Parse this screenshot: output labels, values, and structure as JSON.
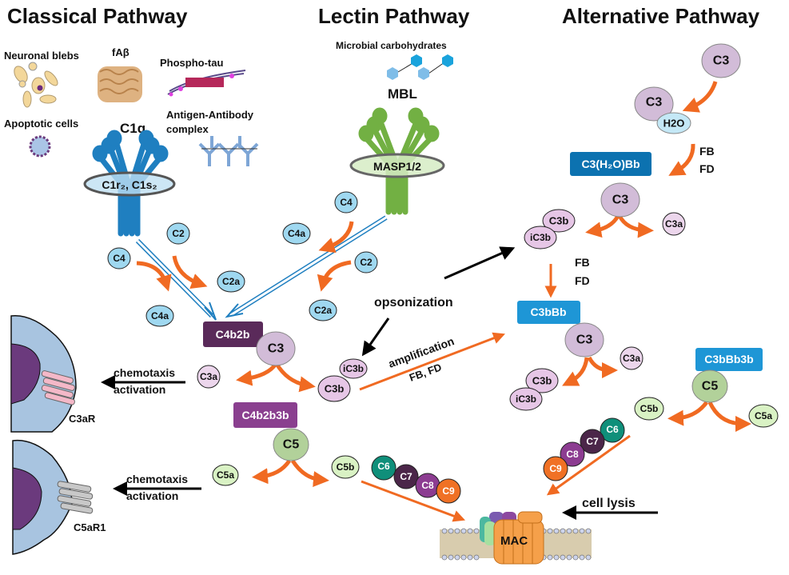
{
  "titles": {
    "classical": "Classical Pathway",
    "lectin": "Lectin Pathway",
    "alternative": "Alternative Pathway"
  },
  "classical": {
    "triggers": {
      "neuronal_blebs": "Neuronal blebs",
      "fabeta": "fAβ",
      "phospho_tau": "Phospho-tau",
      "apoptotic_cells": "Apoptotic cells",
      "antigen_antibody_1": "Antigen-Antibody",
      "antigen_antibody_2": "complex"
    },
    "c1q_label": "C1q",
    "c1rs_label": "C1r₂, C1s₂",
    "c2": "C2",
    "c4": "C4",
    "c2a": "C2a",
    "c4a": "C4a",
    "c4b2b": "C4b2b",
    "c3": "C3",
    "c3a": "C3a",
    "c3b": "C3b",
    "ic3b": "iC3b",
    "c4b2b3b": "C4b2b3b",
    "c5": "C5",
    "c5a": "C5a",
    "c5b": "C5b"
  },
  "lectin": {
    "microbial": "Microbial carbohydrates",
    "mbl_label": "MBL",
    "masp_label": "MASP1/2",
    "c4": "C4",
    "c4a": "C4a",
    "c2": "C2",
    "c2a": "C2a"
  },
  "alternative": {
    "c3_top": "C3",
    "c3_h2o_c3": "C3",
    "h2o": "H2O",
    "fb1": "FB",
    "fd1": "FD",
    "c3h2obb": "C3(H₂O)Bb",
    "c3_mid": "C3",
    "c3b_1": "C3b",
    "ic3b_1": "iC3b",
    "c3a_1": "C3a",
    "fb2": "FB",
    "fd2": "FD",
    "c3bbb": "C3bBb",
    "c3_low": "C3",
    "c3a_2": "C3a",
    "c3b_2": "C3b",
    "ic3b_2": "iC3b",
    "c3bbb3b": "C3bBb3b",
    "c5": "C5",
    "c5a": "C5a",
    "c5b": "C5b"
  },
  "annotations": {
    "opsonization": "opsonization",
    "amplification": "amplification",
    "fb_fd": "FB, FD",
    "chemotaxis": "chemotaxis",
    "activation": "activation",
    "cell_lysis": "cell lysis",
    "c3ar": "C3aR",
    "c5ar1": "C5aR1",
    "mac": "MAC"
  },
  "terminal": {
    "left": [
      "C6",
      "C7",
      "C8",
      "C9"
    ],
    "right": [
      "C6",
      "C7",
      "C8",
      "C9"
    ]
  },
  "colors": {
    "c1q_blue": "#1f7fc0",
    "mbl_green": "#72b043",
    "small_blue_node": "#9fd8f0",
    "c3_purple": "#d2bcd8",
    "c3a_pink": "#ecd6ec",
    "c5_green": "#b2d19a",
    "c5a_green": "#d9f2c4",
    "c4b2b_box": "#5a2a5a",
    "c4b2b3b_box": "#8a3f8f",
    "alt_blue_box": "#1e96d6",
    "c3h2obb_box": "#0c72b0",
    "orange_arrow": "#f06a22",
    "c6": "#0f8f7a",
    "c7": "#4b2649",
    "c8": "#8c3c91",
    "c9": "#f07125",
    "cell_body": "#a8c4e0",
    "nucleus": "#6b3a7d"
  }
}
